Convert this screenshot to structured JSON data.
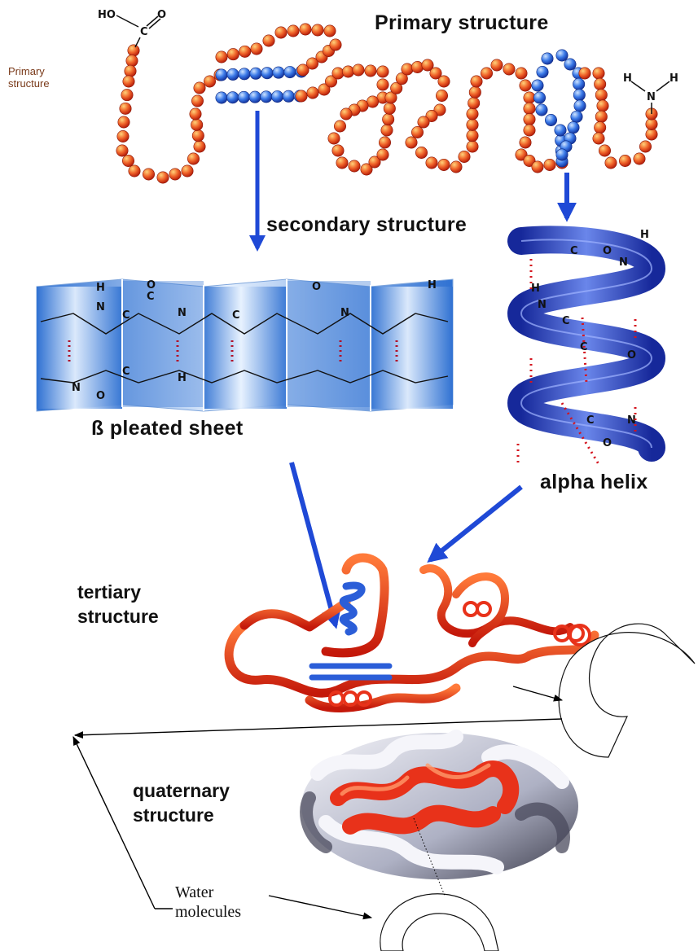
{
  "labels": {
    "primary_title": "Primary structure",
    "primary_small_line1": "Primary",
    "primary_small_line2": "structure",
    "secondary": "secondary structure",
    "beta_sheet": "ß pleated sheet",
    "alpha_helix": "alpha helix",
    "tertiary_line1": "tertiary",
    "tertiary_line2": "structure",
    "quaternary_line1": "quaternary",
    "quaternary_line2": "structure",
    "water_line1": "Water",
    "water_line2": "molecules"
  },
  "chem": {
    "carboxyl_ho": "HO",
    "carboxyl_o": "O",
    "carboxyl_c": "C",
    "amino_h1": "H",
    "amino_h2": "H",
    "amino_n": "N",
    "sheet_atoms": [
      "H",
      "N",
      "C",
      "C",
      "N",
      "O",
      "H",
      "C",
      "O",
      "N",
      "C",
      "O",
      "N",
      "H"
    ],
    "helix_atoms": [
      "C",
      "N",
      "O",
      "C",
      "H",
      "N",
      "C",
      "O",
      "H",
      "C",
      "N",
      "O"
    ]
  },
  "colors": {
    "residue": "#e8421a",
    "residue_highlight": "#2e6ee6",
    "arrow": "#1f49d6",
    "sheet_blue": "#3c7fd8",
    "helix_blue": "#2238b8",
    "ribbon_red": "#e8321a",
    "quaternary_grey": "#b9bccb"
  }
}
